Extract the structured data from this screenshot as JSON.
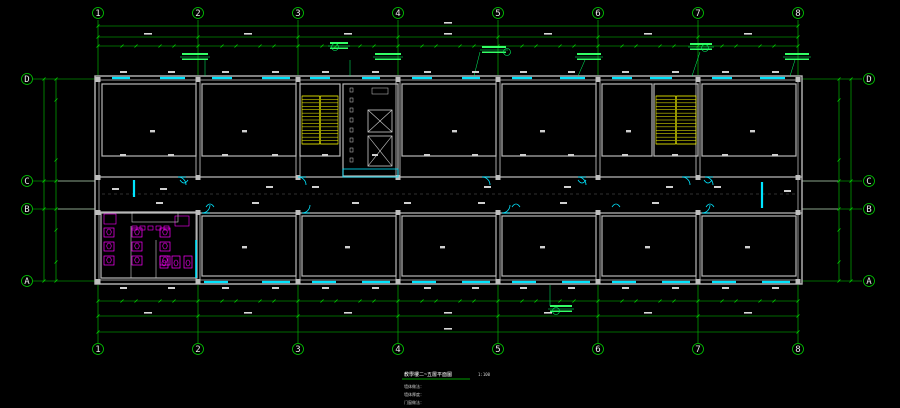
{
  "drawing": {
    "axes_top": [
      "1",
      "2",
      "3",
      "4",
      "5",
      "6",
      "7",
      "8"
    ],
    "axes_side": [
      "D",
      "C",
      "B",
      "A"
    ],
    "title": "教學樓二~五層平面圖",
    "scale": "1:100",
    "notes": [
      "墙体做法：",
      "墙体厚度：",
      "门窗做法："
    ],
    "colors": {
      "background": "#000000",
      "dimension": "#00d000",
      "wall": "#b8b8b8",
      "window": "#00e5ff",
      "door": "#00e5ff",
      "stair": "#ffff00",
      "toilet": "#ff00ff",
      "text": "#e8e8e8",
      "tag": "#00ff66"
    }
  }
}
